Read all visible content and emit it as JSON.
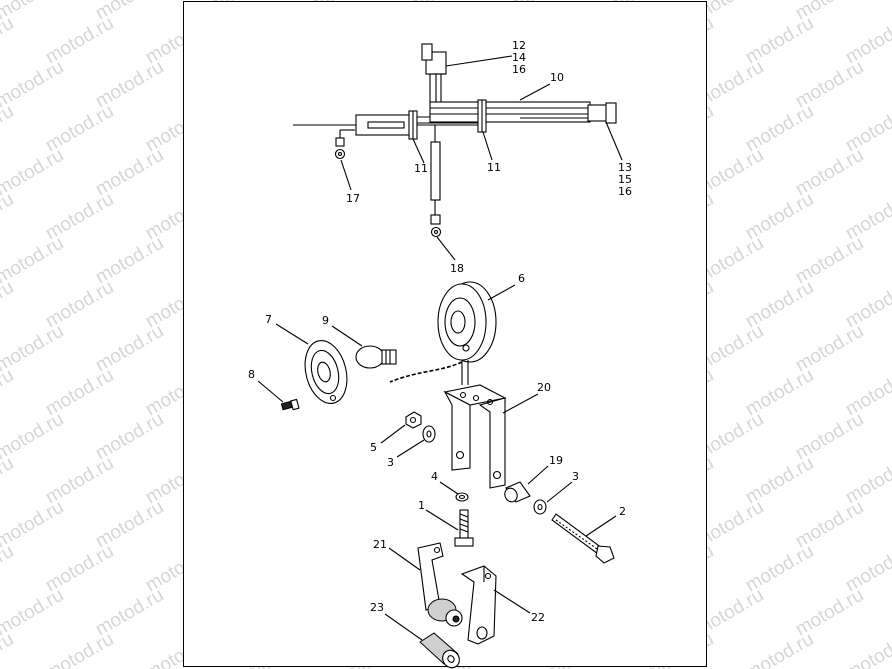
{
  "watermark": "motod.ru",
  "callouts": [
    {
      "id": "c12",
      "text": "12"
    },
    {
      "id": "c14",
      "text": "14"
    },
    {
      "id": "c16a",
      "text": "16"
    },
    {
      "id": "c10",
      "text": "10"
    },
    {
      "id": "c13",
      "text": "13"
    },
    {
      "id": "c15",
      "text": "15"
    },
    {
      "id": "c16b",
      "text": "16"
    },
    {
      "id": "c11a",
      "text": "11"
    },
    {
      "id": "c11b",
      "text": "11"
    },
    {
      "id": "c17",
      "text": "17"
    },
    {
      "id": "c18",
      "text": "18"
    },
    {
      "id": "c6",
      "text": "6"
    },
    {
      "id": "c7",
      "text": "7"
    },
    {
      "id": "c9",
      "text": "9"
    },
    {
      "id": "c8",
      "text": "8"
    },
    {
      "id": "c20",
      "text": "20"
    },
    {
      "id": "c5",
      "text": "5"
    },
    {
      "id": "c3a",
      "text": "3"
    },
    {
      "id": "c4",
      "text": "4"
    },
    {
      "id": "c19",
      "text": "19"
    },
    {
      "id": "c3b",
      "text": "3"
    },
    {
      "id": "c1",
      "text": "1"
    },
    {
      "id": "c2",
      "text": "2"
    },
    {
      "id": "c21",
      "text": "21"
    },
    {
      "id": "c22",
      "text": "22"
    },
    {
      "id": "c23",
      "text": "23"
    }
  ]
}
